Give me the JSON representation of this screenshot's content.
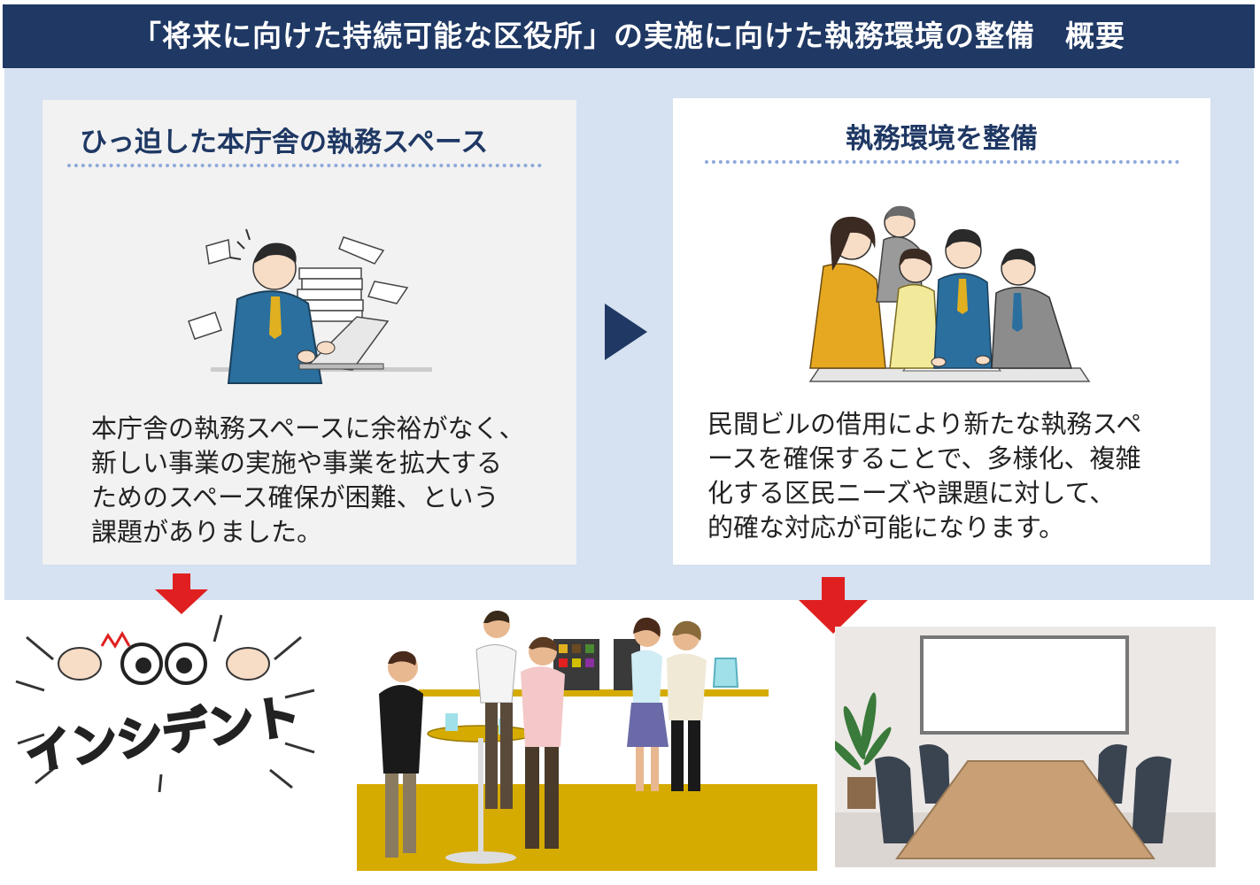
{
  "header": {
    "title": "「将来に向けた持続可能な区役所」の実施に向けた執務環境の整備　概要"
  },
  "panel_left": {
    "heading": "ひっ迫した本庁舎の執務スペース",
    "body_lines": [
      "本庁舎の執務スペースに余裕がなく、",
      "新しい事業の実施や事業を拡大する",
      "ためのスペース確保が困難、という",
      "課題がありました。"
    ]
  },
  "panel_right": {
    "heading": "執務環境を整備",
    "body_lines": [
      "民間ビルの借用により新たな執務スペ",
      "ースを確保することで、多様化、複雑",
      "化する区民ニーズや課題に対して、",
      "的確な対応が可能になります。"
    ]
  },
  "illustrations": {
    "incident_text": "インシデント"
  },
  "colors": {
    "header_bg": "#1f3864",
    "panel_bg_blue": "#d6e1f1",
    "heading_text": "#1f3864",
    "arrow_red": "#e02020",
    "arrow_navy": "#1f3864",
    "dotted_rule": "#8ea9db"
  },
  "icons": {
    "transition_arrow": "triangle-right-icon",
    "down_arrow": "arrow-down-icon"
  }
}
